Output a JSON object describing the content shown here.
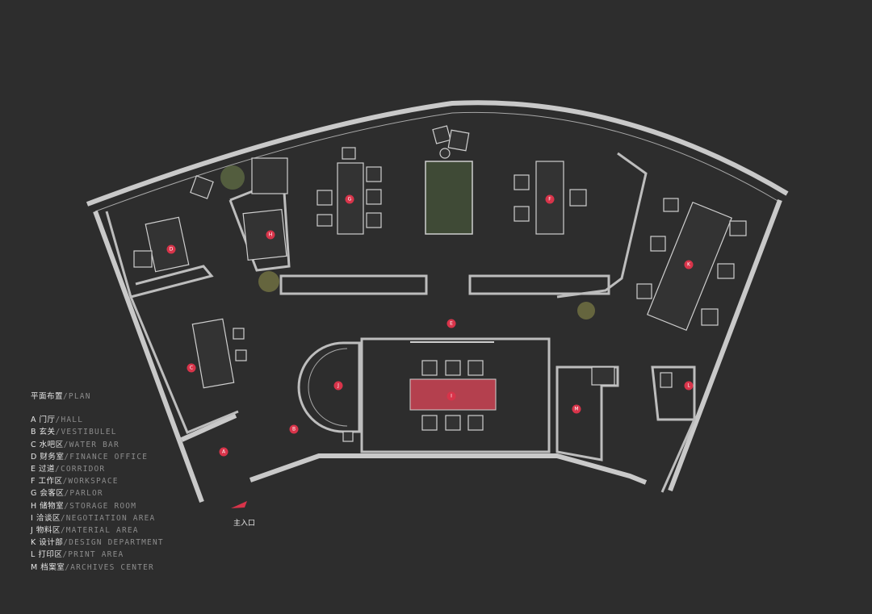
{
  "legend": {
    "title_cn": "平面布置",
    "title_en": "/PLAN",
    "items": [
      {
        "key": "A",
        "cn": "门厅",
        "en": "/HALL"
      },
      {
        "key": "B",
        "cn": "玄关",
        "en": "/VESTIBULEL"
      },
      {
        "key": "C",
        "cn": "水吧区",
        "en": "/WATER BAR"
      },
      {
        "key": "D",
        "cn": "财务室",
        "en": "/FINANCE OFFICE"
      },
      {
        "key": "E",
        "cn": "过道",
        "en": "/CORRIDOR"
      },
      {
        "key": "F",
        "cn": "工作区",
        "en": "/WORKSPACE"
      },
      {
        "key": "G",
        "cn": "会客区",
        "en": "/PARLOR"
      },
      {
        "key": "H",
        "cn": "储物室",
        "en": "/STORAGE ROOM"
      },
      {
        "key": "I",
        "cn": "洽谈区",
        "en": "/NEGOTIATION AREA"
      },
      {
        "key": "J",
        "cn": "物料区",
        "en": "/MATERIAL AREA"
      },
      {
        "key": "K",
        "cn": "设计部",
        "en": "/DESIGN DEPARTMENT"
      },
      {
        "key": "L",
        "cn": "打印区",
        "en": "/PRINT AREA"
      },
      {
        "key": "M",
        "cn": "档案室",
        "en": "/ARCHIVES CENTER"
      }
    ]
  },
  "entrance_label": "主入口",
  "markers": [
    "A",
    "B",
    "C",
    "D",
    "E",
    "F",
    "G",
    "H",
    "I",
    "J",
    "K",
    "L",
    "M"
  ],
  "colors": {
    "background": "#2d2d2d",
    "wall": "#c9c9c9",
    "marker": "#d8344a",
    "negotiation_table": "#b4404e",
    "planter": "#6d7d4a"
  }
}
